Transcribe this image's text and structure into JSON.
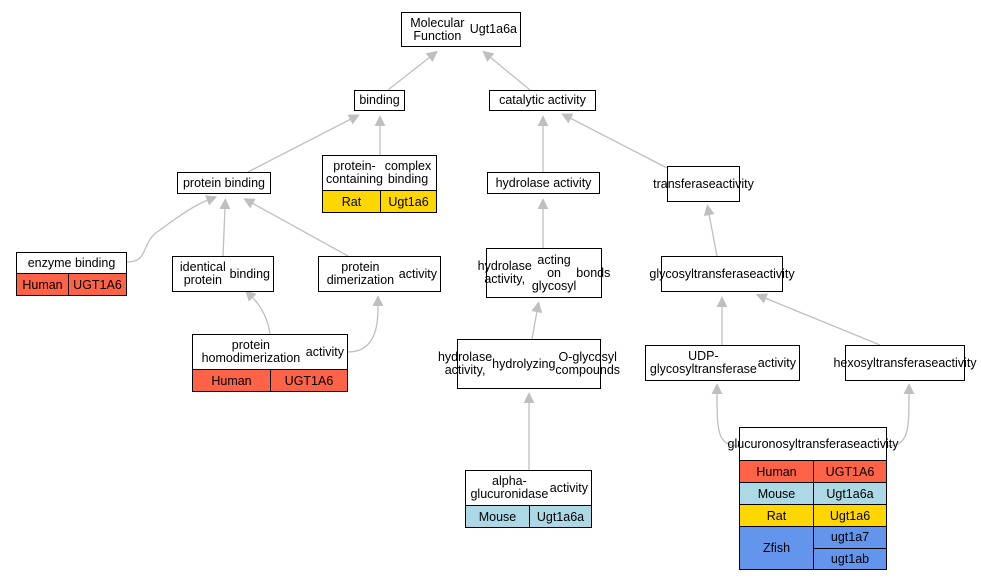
{
  "colors": {
    "Human": "#ff6347",
    "Mouse": "#add8e6",
    "Rat": "#ffd700",
    "Zfish": "#6495ed",
    "edge": "#bfbfbf"
  },
  "nodes": {
    "mf": {
      "lines": [
        "Molecular Function",
        "Ugt1a6a"
      ]
    },
    "binding": {
      "lines": [
        "binding"
      ]
    },
    "catalytic": {
      "lines": [
        "catalytic activity"
      ]
    },
    "protein_binding": {
      "lines": [
        "protein binding"
      ]
    },
    "pcb": {
      "lines": [
        "protein-containing",
        "complex binding"
      ],
      "annotations": [
        {
          "species": "Rat",
          "genes": [
            "Ugt1a6"
          ]
        }
      ]
    },
    "hydrolase": {
      "lines": [
        "hydrolase activity"
      ]
    },
    "transferase": {
      "lines": [
        "transferase",
        "activity"
      ]
    },
    "enzyme_binding": {
      "lines": [
        "enzyme binding"
      ],
      "annotations": [
        {
          "species": "Human",
          "genes": [
            "UGT1A6"
          ]
        }
      ]
    },
    "identical": {
      "lines": [
        "identical protein",
        "binding"
      ]
    },
    "dimerization": {
      "lines": [
        "protein dimerization",
        "activity"
      ]
    },
    "hydro_glyco": {
      "lines": [
        "hydrolase activity,",
        "acting on glycosyl",
        "bonds"
      ]
    },
    "glycosyl": {
      "lines": [
        "glycosyltransferase",
        "activity"
      ]
    },
    "homodimer": {
      "lines": [
        "protein homodimerization",
        "activity"
      ],
      "annotations": [
        {
          "species": "Human",
          "genes": [
            "UGT1A6"
          ]
        }
      ]
    },
    "hydro_oglyco": {
      "lines": [
        "hydrolase activity,",
        "hydrolyzing",
        "O-glycosyl compounds"
      ]
    },
    "udp": {
      "lines": [
        "UDP-glycosyltransferase",
        "activity"
      ]
    },
    "hexosyl": {
      "lines": [
        "hexosyltransferase",
        "activity"
      ]
    },
    "alpha": {
      "lines": [
        "alpha-glucuronidase",
        "activity"
      ],
      "annotations": [
        {
          "species": "Mouse",
          "genes": [
            "Ugt1a6a"
          ]
        }
      ]
    },
    "glucuronosyl": {
      "lines": [
        "glucuronosyltransferase",
        "activity"
      ],
      "annotations": [
        {
          "species": "Human",
          "genes": [
            "UGT1A6"
          ]
        },
        {
          "species": "Mouse",
          "genes": [
            "Ugt1a6a"
          ]
        },
        {
          "species": "Rat",
          "genes": [
            "Ugt1a6"
          ]
        },
        {
          "species": "Zfish",
          "genes": [
            "ugt1a7",
            "ugt1ab"
          ]
        }
      ]
    }
  },
  "edges": [
    [
      "binding",
      "mf"
    ],
    [
      "catalytic",
      "mf"
    ],
    [
      "protein_binding",
      "binding"
    ],
    [
      "pcb",
      "binding"
    ],
    [
      "hydrolase",
      "catalytic"
    ],
    [
      "transferase",
      "catalytic"
    ],
    [
      "enzyme_binding",
      "protein_binding"
    ],
    [
      "identical",
      "protein_binding"
    ],
    [
      "dimerization",
      "protein_binding"
    ],
    [
      "hydro_glyco",
      "hydrolase"
    ],
    [
      "glycosyl",
      "transferase"
    ],
    [
      "homodimer",
      "identical"
    ],
    [
      "homodimer",
      "dimerization"
    ],
    [
      "hydro_oglyco",
      "hydro_glyco"
    ],
    [
      "udp",
      "glycosyl"
    ],
    [
      "hexosyl",
      "glycosyl"
    ],
    [
      "alpha",
      "hydro_oglyco"
    ],
    [
      "glucuronosyl",
      "udp"
    ],
    [
      "glucuronosyl",
      "hexosyl"
    ]
  ]
}
